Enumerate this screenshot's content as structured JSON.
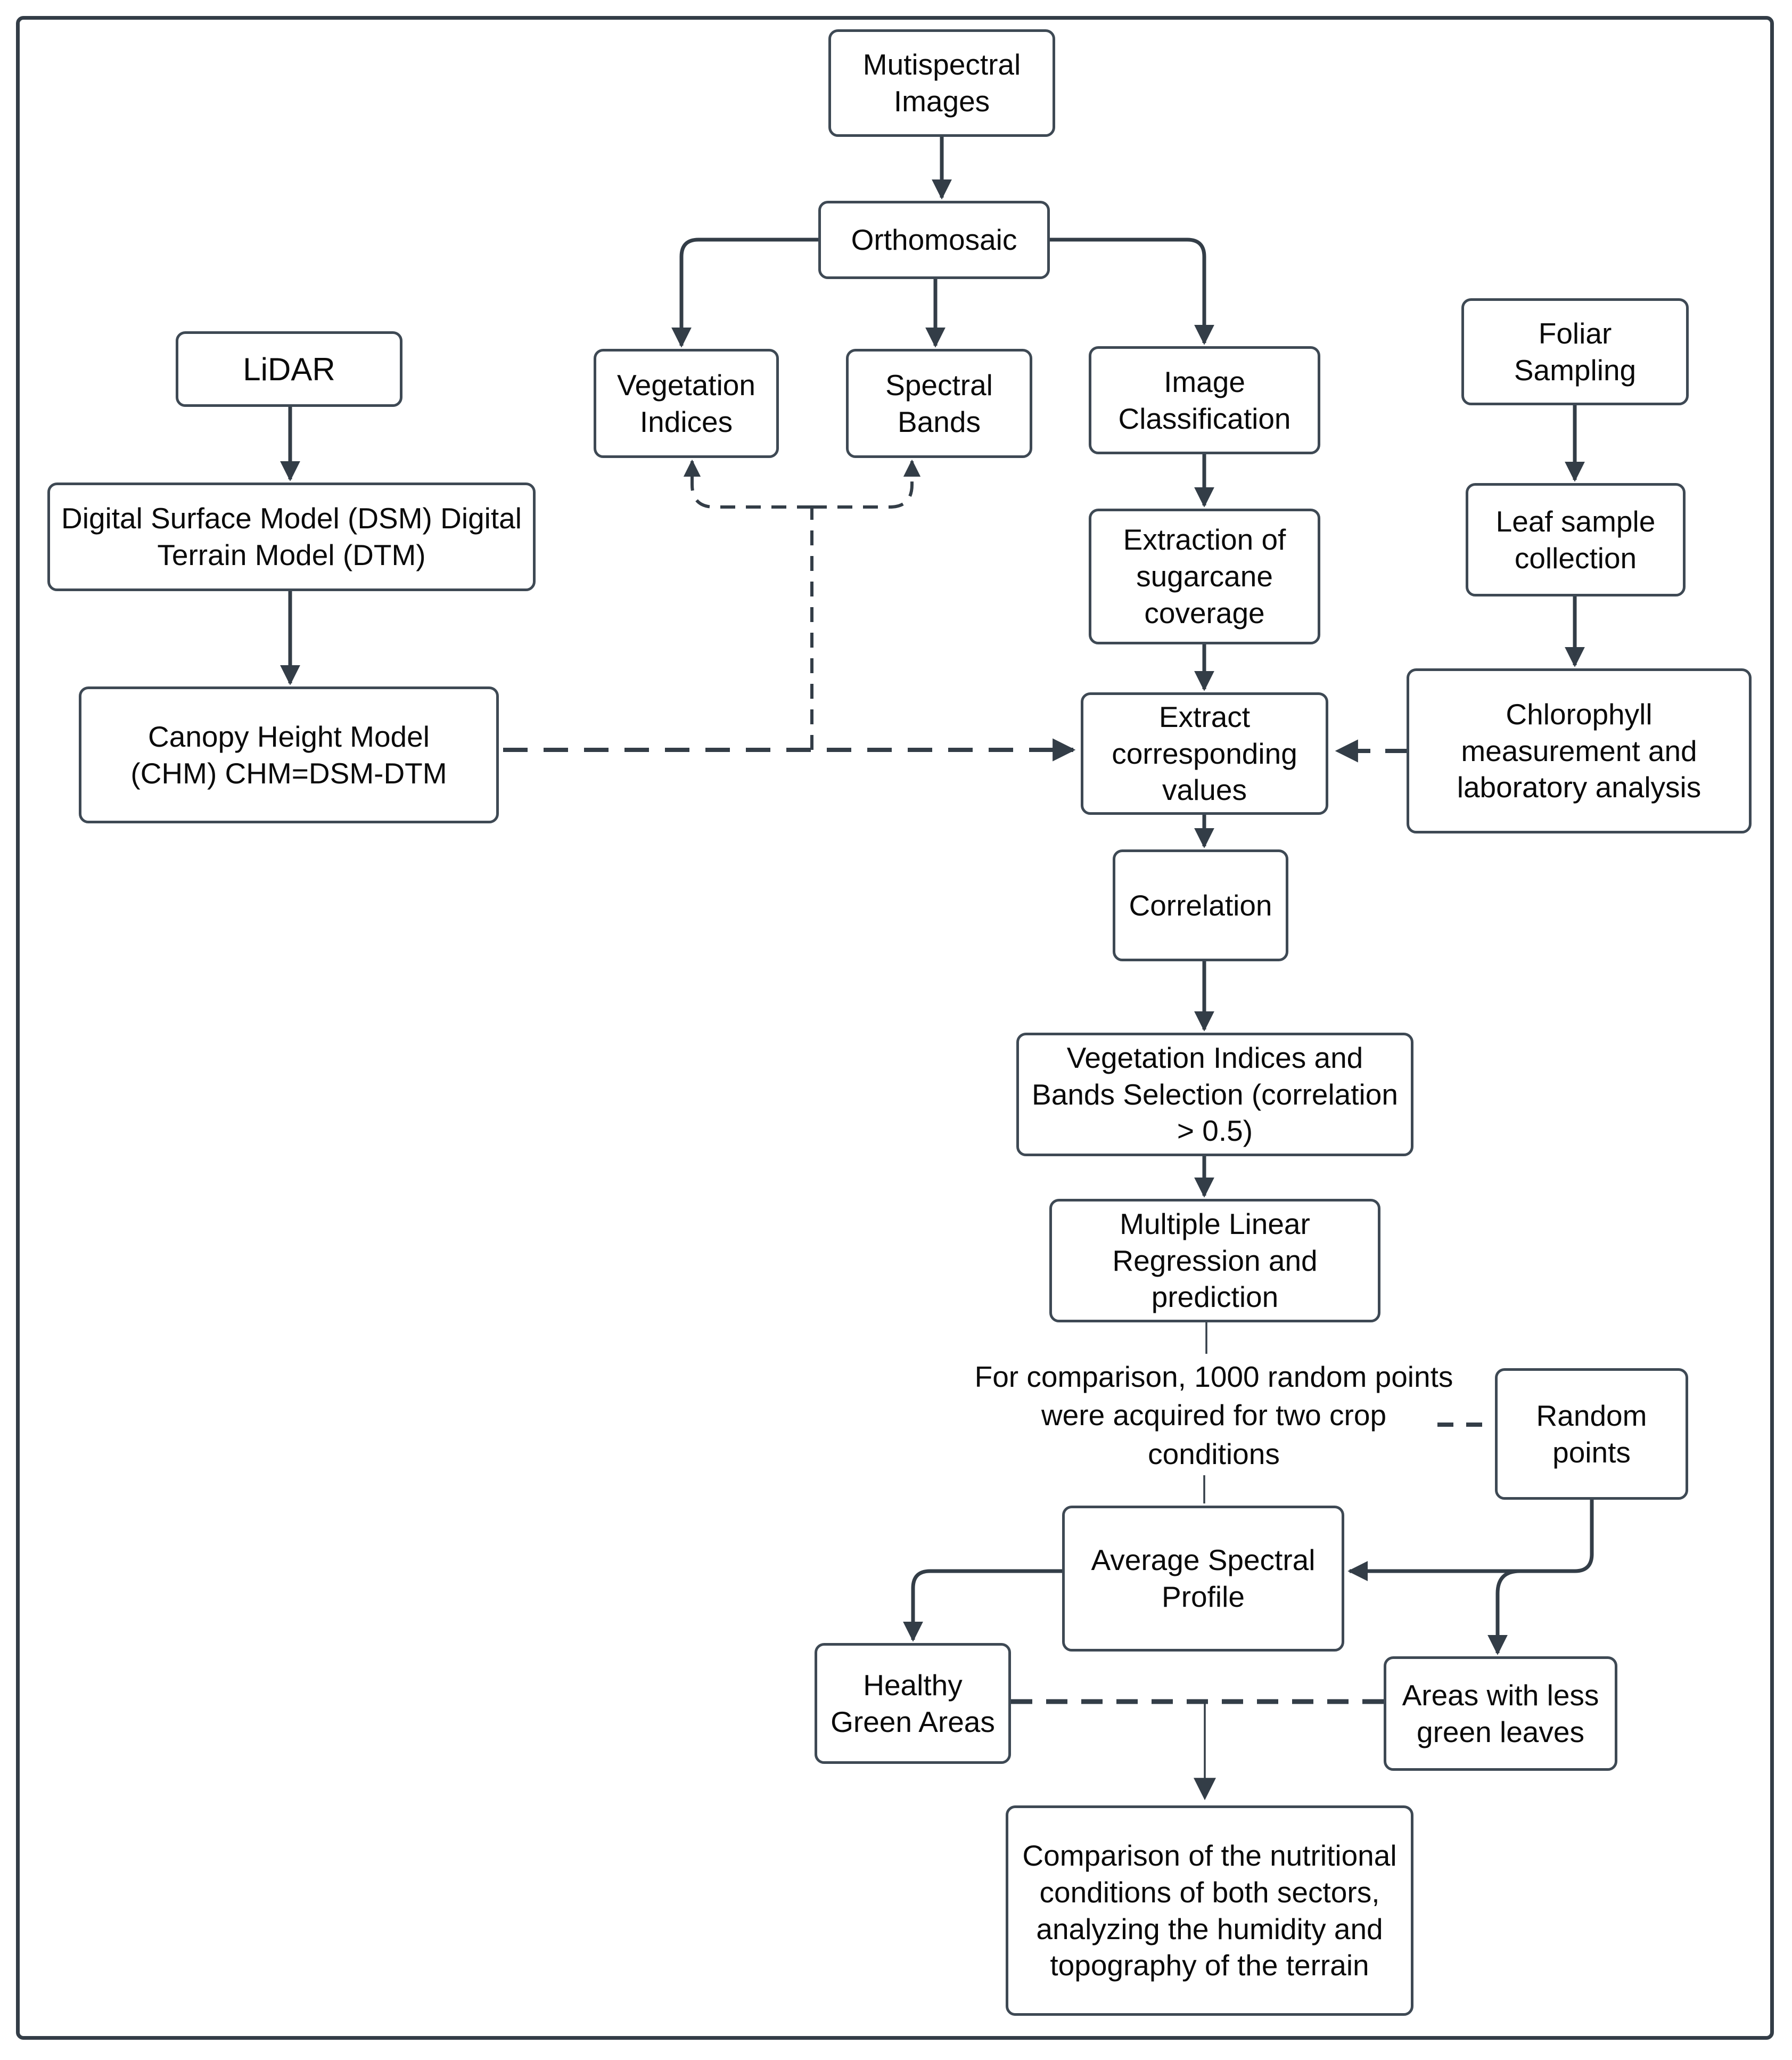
{
  "figure": {
    "background_color": "#ffffff",
    "stroke_color": "#333d47",
    "box_border_color": "#3e4954",
    "text_color": "#0a0a0a"
  },
  "nodes": {
    "multispectral": {
      "label": "Mutispectral Images"
    },
    "orthomosaic": {
      "label": "Orthomosaic"
    },
    "vegetation_indices": {
      "label": "Vegetation Indices"
    },
    "spectral_bands": {
      "label": "Spectral Bands"
    },
    "image_classification": {
      "label": "Image Classification"
    },
    "lidar": {
      "label": "LiDAR"
    },
    "dsm_dtm": {
      "label": "Digital Surface Model (DSM) Digital Terrain Model (DTM)"
    },
    "chm": {
      "label": "Canopy Height Model (CHM) CHM=DSM-DTM"
    },
    "foliar_sampling": {
      "label": "Foliar Sampling"
    },
    "leaf_sample": {
      "label": "Leaf sample collection"
    },
    "chlorophyll": {
      "label": "Chlorophyll measurement and laboratory analysis"
    },
    "extraction_sugarcane": {
      "label": "Extraction of sugarcane coverage"
    },
    "extract_values": {
      "label": "Extract corresponding values"
    },
    "correlation": {
      "label": "Correlation"
    },
    "selection": {
      "label": "Vegetation Indices and Bands Selection (correlation > 0.5)"
    },
    "regression": {
      "label": "Multiple Linear Regression and prediction"
    },
    "comparison_note": {
      "label": "For comparison, 1000 random points were acquired for two crop conditions"
    },
    "random_points": {
      "label": "Random points"
    },
    "avg_spectral": {
      "label": "Average Spectral Profile"
    },
    "healthy_areas": {
      "label": "Healthy Green Areas"
    },
    "less_green": {
      "label": "Areas with less green leaves"
    },
    "final_comparison": {
      "label": "Comparison of the nutritional conditions of both sectors, analyzing the humidity and topography of the terrain"
    }
  },
  "edges": [
    {
      "from": "multispectral",
      "to": "orthomosaic",
      "style": "solid-arrow"
    },
    {
      "from": "orthomosaic",
      "to": "vegetation_indices",
      "style": "solid-arrow"
    },
    {
      "from": "orthomosaic",
      "to": "spectral_bands",
      "style": "solid-arrow"
    },
    {
      "from": "orthomosaic",
      "to": "image_classification",
      "style": "solid-arrow"
    },
    {
      "from": "lidar",
      "to": "dsm_dtm",
      "style": "solid-arrow"
    },
    {
      "from": "dsm_dtm",
      "to": "chm",
      "style": "solid-arrow"
    },
    {
      "from": "foliar_sampling",
      "to": "leaf_sample",
      "style": "solid-arrow"
    },
    {
      "from": "leaf_sample",
      "to": "chlorophyll",
      "style": "solid-arrow"
    },
    {
      "from": "image_classification",
      "to": "extraction_sugarcane",
      "style": "solid-arrow"
    },
    {
      "from": "extraction_sugarcane",
      "to": "extract_values",
      "style": "solid-arrow"
    },
    {
      "from": "chm",
      "to": "extract_values",
      "style": "dashed-arrow"
    },
    {
      "from": "chlorophyll",
      "to": "extract_values",
      "style": "dashed-arrow"
    },
    {
      "from": "extract_values",
      "to": "vegetation_indices",
      "style": "dashed-arrow"
    },
    {
      "from": "extract_values",
      "to": "spectral_bands",
      "style": "dashed-arrow"
    },
    {
      "from": "extract_values",
      "to": "correlation",
      "style": "solid-arrow"
    },
    {
      "from": "correlation",
      "to": "selection",
      "style": "solid-arrow"
    },
    {
      "from": "selection",
      "to": "regression",
      "style": "solid-arrow"
    },
    {
      "from": "regression",
      "to": "comparison_note",
      "style": "plain-line"
    },
    {
      "from": "comparison_note",
      "to": "random_points",
      "style": "dashed-line"
    },
    {
      "from": "comparison_note",
      "to": "avg_spectral",
      "style": "plain-line"
    },
    {
      "from": "random_points",
      "to": "avg_spectral",
      "style": "solid-arrow"
    },
    {
      "from": "random_points",
      "to": "less_green",
      "style": "solid-arrow"
    },
    {
      "from": "avg_spectral",
      "to": "healthy_areas",
      "style": "solid-arrow"
    },
    {
      "from": "healthy_areas",
      "to": "less_green",
      "style": "dashed-line"
    },
    {
      "from": "healthy_areas,less_green",
      "to": "final_comparison",
      "style": "solid-arrow"
    }
  ]
}
